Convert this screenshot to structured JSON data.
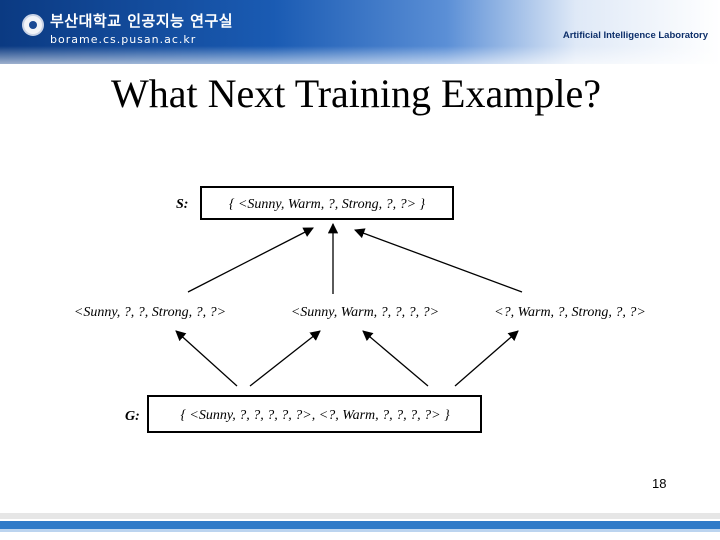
{
  "header": {
    "lab_name_ko": "부산대학교 인공지능 연구실",
    "url": "borame.cs.pusan.ac.kr",
    "lab_name_en": "Artificial Intelligence Laboratory"
  },
  "title": "What Next Training Example?",
  "diagram": {
    "s_label": "S:",
    "s_set": "{ <Sunny, Warm, ?, Strong, ?, ?> }",
    "middle": [
      "<Sunny, ?, ?, Strong, ?, ?>",
      "<Sunny, Warm, ?, ?, ?, ?>",
      "<?, Warm, ?, Strong, ?, ?>"
    ],
    "g_label": "G:",
    "g_set": "{ <Sunny, ?, ?, ?, ?, ?>, <?, Warm, ?, ?, ?, ?> }"
  },
  "page_number": "18",
  "colors": {
    "header_dark": "#0b3a82",
    "header_mid": "#1a5bb3",
    "footer_blue": "#2f7ac8"
  }
}
